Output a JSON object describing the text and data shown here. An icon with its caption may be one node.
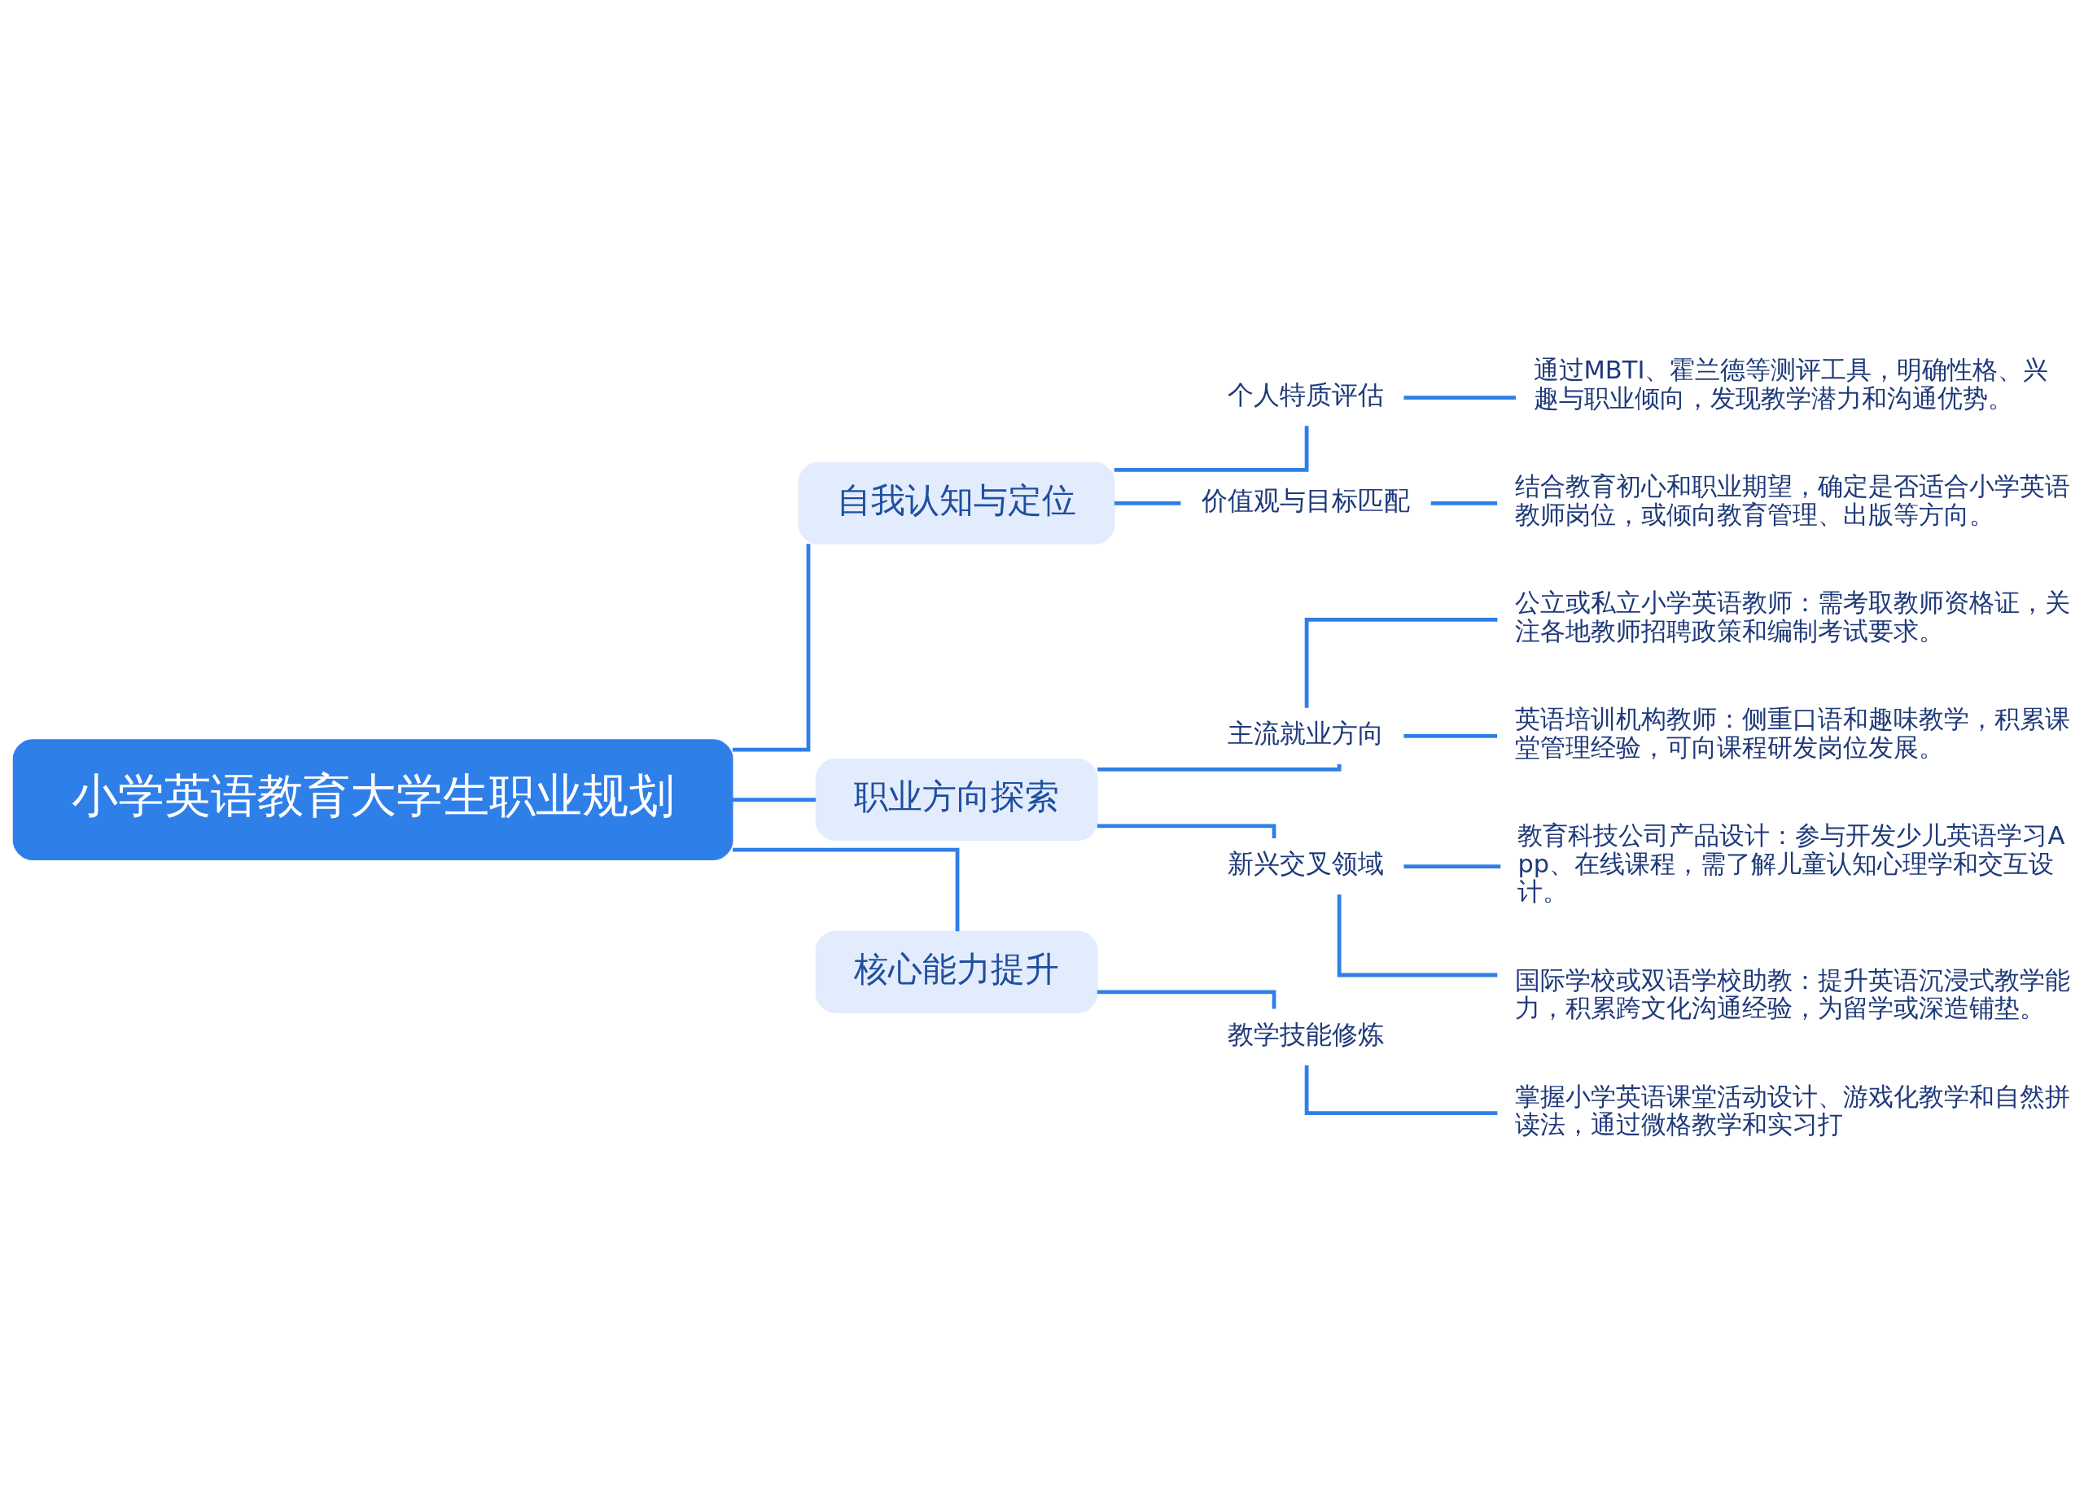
{
  "diagram": {
    "nodes": [
      {
        "text": [
          "小学英语教育大学生职业规划"
        ]
      },
      {
        "text": [
          "自我认知与定位"
        ]
      },
      {
        "text": [
          "个人特质评估"
        ]
      },
      {
        "text": [
          "通过MBTI、霍兰德等测评工具，明确性格、兴趣与职业倾向，发现教学潜力和沟通优势。"
        ]
      },
      {
        "text": [
          "价值观与目标匹配"
        ]
      },
      {
        "text": [
          "结合教育初心和职业期望，确定是否适合小学英语教师岗位，或倾向教育管理、出版等方向。"
        ]
      },
      {
        "text": [
          "职业方向探索"
        ]
      },
      {
        "text": [
          "主流就业方向"
        ]
      },
      {
        "text": [
          "公立或私立小学英语教师：需考取教师资格证，关注各地教师招聘政策和编制考试要求。"
        ]
      },
      {
        "text": [
          "英语培训机构教师：侧重口语和趣味教学，积累课堂管理经验，可向课程研发岗位发展。"
        ]
      },
      {
        "text": [
          "新兴交叉领域"
        ]
      },
      {
        "text": [
          "教育科技公司产品设计：参与开发少儿英语学习App、在线课程，需了解儿童认知心理学和交互设计。"
        ]
      },
      {
        "text": [
          "国际学校或双语学校助教：提升英语沉浸式教学能力，积累跨文化沟通经验，为留学或深造铺垫。"
        ]
      },
      {
        "text": [
          "核心能力提升"
        ]
      },
      {
        "text": [
          "教学技能修炼"
        ]
      },
      {
        "text": [
          "掌握小学英语课堂活动设计、游戏化教学和自然拼读法，通过微格教学和实习打"
        ]
      }
    ],
    "edges": [
      {
        "from": 0,
        "to": 1,
        "arrow": "none"
      },
      {
        "from": 1,
        "to": 2,
        "arrow": "none"
      },
      {
        "from": 2,
        "to": 3,
        "arrow": "none"
      },
      {
        "from": 1,
        "to": 4,
        "arrow": "none"
      },
      {
        "from": 4,
        "to": 5,
        "arrow": "none"
      },
      {
        "from": 0,
        "to": 6,
        "arrow": "none"
      },
      {
        "from": 6,
        "to": 7,
        "arrow": "none"
      },
      {
        "from": 7,
        "to": 8,
        "arrow": "none"
      },
      {
        "from": 7,
        "to": 9,
        "arrow": "none"
      },
      {
        "from": 6,
        "to": 10,
        "arrow": "none"
      },
      {
        "from": 10,
        "to": 11,
        "arrow": "none"
      },
      {
        "from": 10,
        "to": 12,
        "arrow": "none"
      },
      {
        "from": 0,
        "to": 13,
        "arrow": "none"
      },
      {
        "from": 13,
        "to": 14,
        "arrow": "none"
      },
      {
        "from": 14,
        "to": 15,
        "arrow": "none"
      }
    ]
  }
}
